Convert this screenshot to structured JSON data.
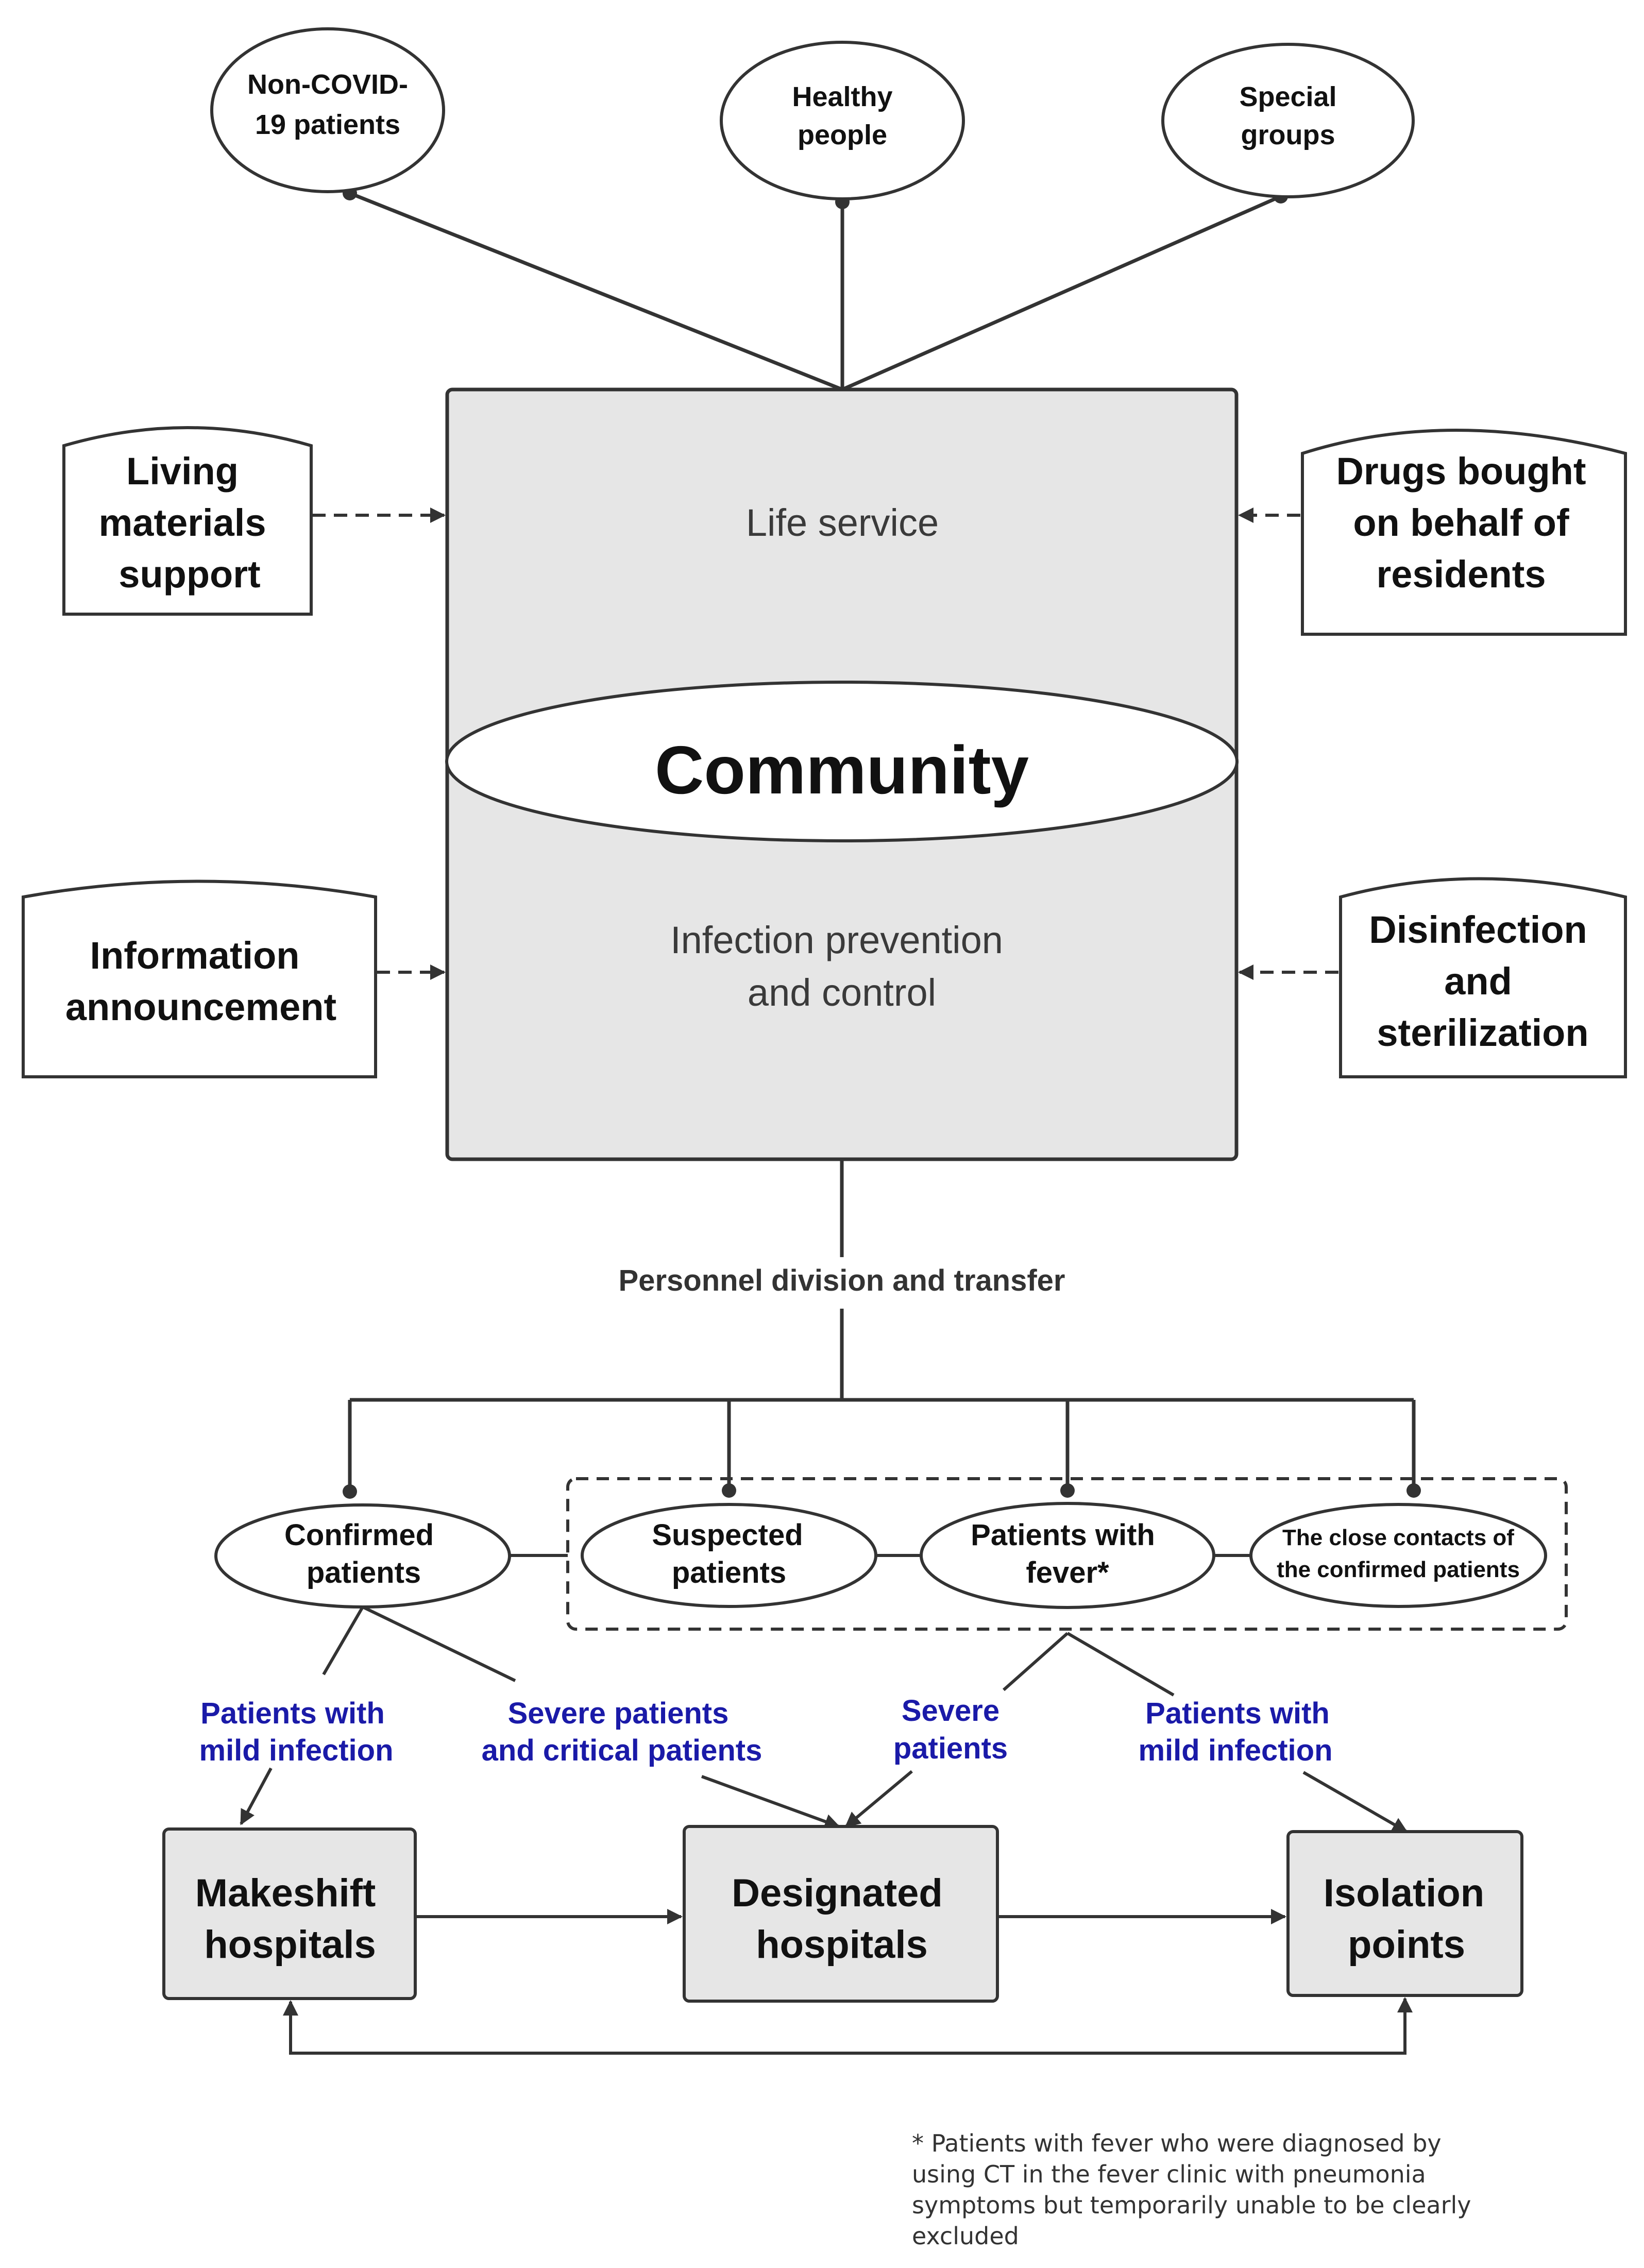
{
  "top_groups": [
    {
      "lines": [
        "Non-COVID-",
        "19 patients"
      ]
    },
    {
      "lines": [
        "Healthy",
        "people"
      ]
    },
    {
      "lines": [
        "Special",
        "groups"
      ]
    }
  ],
  "community": {
    "title": "Community",
    "upper_label": [
      "Life service"
    ],
    "lower_label": [
      "Infection prevention",
      "and control"
    ]
  },
  "supports": {
    "living_materials": [
      "Living",
      "materials",
      "support"
    ],
    "drugs": [
      "Drugs bought",
      "on behalf of",
      "residents"
    ],
    "information": [
      "Information",
      "announcement"
    ],
    "disinfection": [
      "Disinfection",
      "and",
      "sterilization"
    ]
  },
  "transfer_label": "Personnel division and transfer",
  "categories": {
    "confirmed": [
      "Confirmed",
      "patients"
    ],
    "suspected": [
      "Suspected",
      "patients"
    ],
    "fever": [
      "Patients with",
      "fever*"
    ],
    "contacts": [
      "The close contacts of",
      "the confirmed patients"
    ]
  },
  "flow_labels": {
    "mild_left": [
      "Patients with",
      "mild infection"
    ],
    "severe_critical": [
      "Severe patients",
      "and critical patients"
    ],
    "severe": [
      "Severe",
      "patients"
    ],
    "mild_right": [
      "Patients with",
      "mild infection"
    ]
  },
  "facilities": {
    "makeshift": [
      "Makeshift",
      "hospitals"
    ],
    "designated": [
      "Designated",
      "hospitals"
    ],
    "isolation": [
      "Isolation",
      "points"
    ]
  },
  "footnote": [
    "* Patients with fever who were diagnosed by",
    "using CT in the fever clinic with pneumonia",
    "symptoms but temporarily unable to be clearly",
    "excluded"
  ],
  "colors": {
    "line": "#333333",
    "box_fill": "#e6e6e6",
    "flow_label": "#1a1aa8"
  }
}
